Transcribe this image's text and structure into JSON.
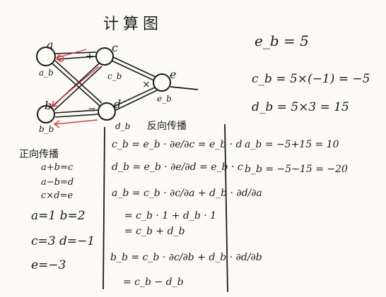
{
  "title": "计算图",
  "graph": {
    "nodes": {
      "a": "a",
      "b": "b",
      "c": "c",
      "d": "d",
      "e": "e"
    },
    "grads": {
      "a": "a_b",
      "b": "b_b",
      "c": "c_b",
      "d": "d_b",
      "e": "e_b"
    },
    "ops": {
      "add": "+",
      "sub": "=",
      "mul": "×"
    }
  },
  "forward": {
    "heading": "正向传播",
    "equations": [
      "a+b=c",
      "a−b=d",
      "c×d=e"
    ],
    "values": [
      "a=1  b=2",
      "c=3  d=−1",
      "e=−3"
    ]
  },
  "backward": {
    "heading": "反向传播",
    "lines": [
      "c_b = e_b · ∂e/∂c = e_b · d",
      "d_b = e_b · ∂e/∂d = e_b · c",
      "a_b = c_b · ∂c/∂a + d_b · ∂d/∂a",
      "= c_b · 1 + d_b · 1",
      "= c_b + d_b",
      "b_b = c_b · ∂c/∂b + d_b · ∂d/∂b",
      "= c_b − d_b"
    ]
  },
  "results": {
    "eb": "e_b = 5",
    "cb": "c_b = 5×(−1) = −5",
    "db": "d_b = 5×3 = 15",
    "ab": "a_b = −5+15 = 10",
    "bb": "b_b = −5−15 = −20"
  },
  "colors": {
    "ink": "#1a1a1a",
    "red": "#d23c3c"
  }
}
